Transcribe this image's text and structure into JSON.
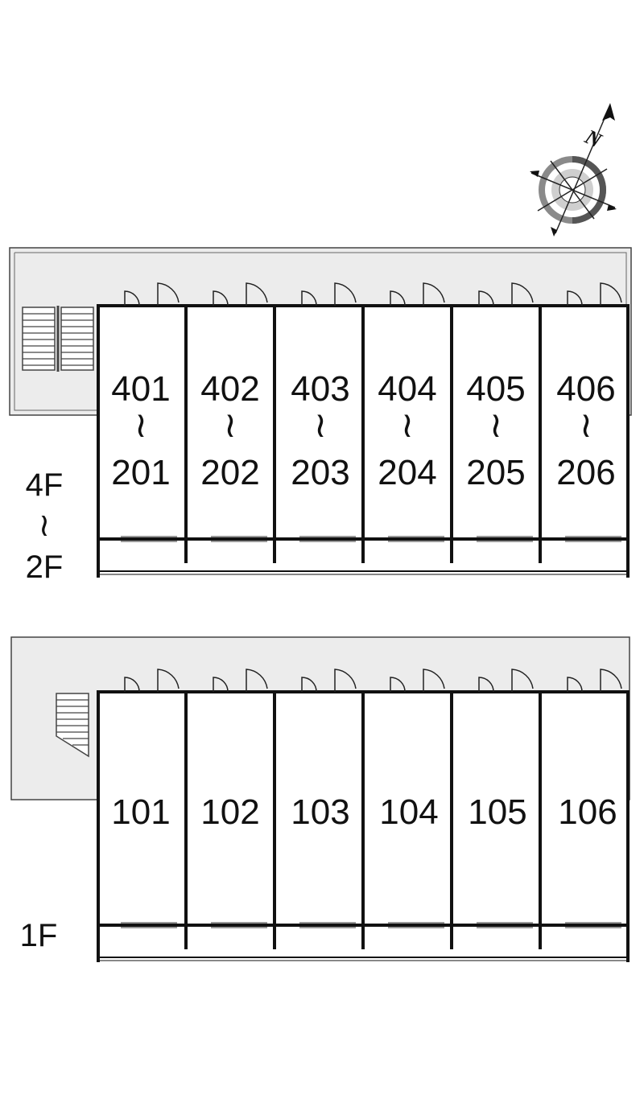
{
  "compass": {
    "label": "N"
  },
  "upper_block": {
    "floor_label_top": "4F",
    "floor_label_sep": "≀",
    "floor_label_bottom": "2F",
    "units": [
      {
        "top": "401",
        "sep": "≀",
        "bottom": "201"
      },
      {
        "top": "402",
        "sep": "≀",
        "bottom": "202"
      },
      {
        "top": "403",
        "sep": "≀",
        "bottom": "203"
      },
      {
        "top": "404",
        "sep": "≀",
        "bottom": "204"
      },
      {
        "top": "405",
        "sep": "≀",
        "bottom": "205"
      },
      {
        "top": "406",
        "sep": "≀",
        "bottom": "206"
      }
    ]
  },
  "lower_block": {
    "floor_label": "1F",
    "units": [
      "101",
      "102",
      "103",
      "104",
      "105",
      "106"
    ]
  }
}
